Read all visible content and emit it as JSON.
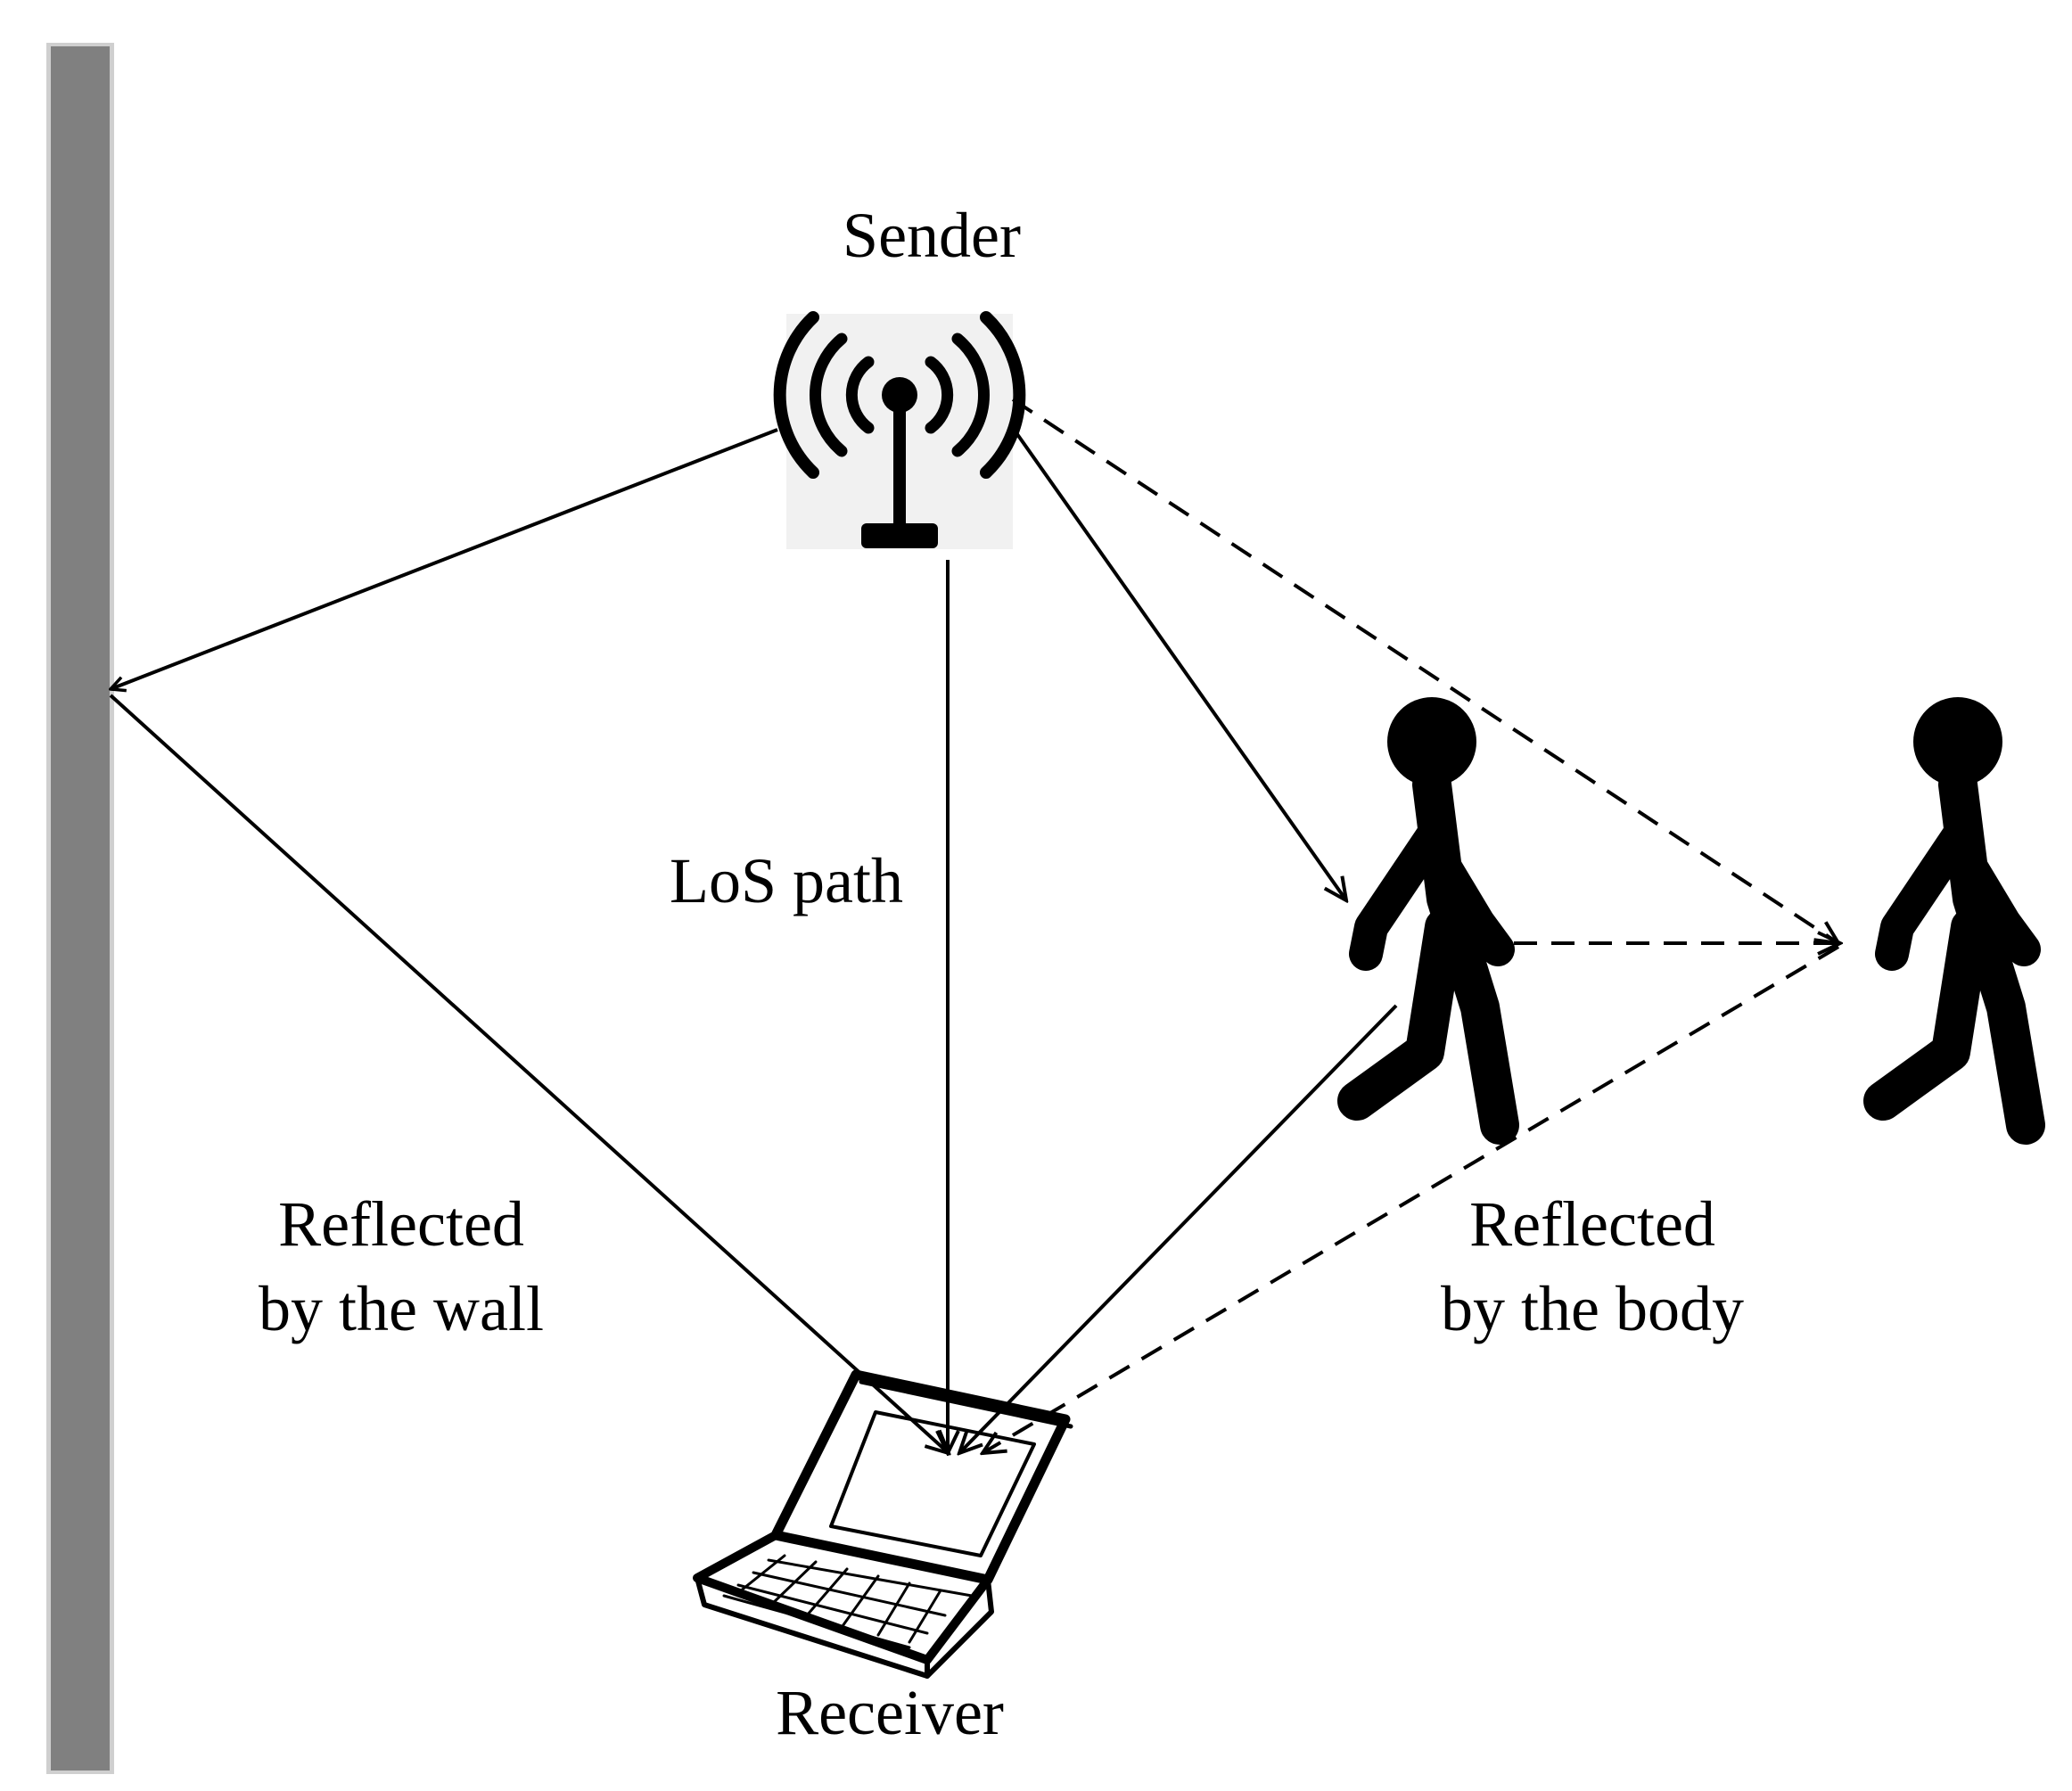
{
  "labels": {
    "sender": "Sender",
    "los_path": "LoS path",
    "reflected_wall_line1": "Reflected",
    "reflected_wall_line2": "by the wall",
    "reflected_body_line1": "Reflected",
    "reflected_body_line2": "by the body",
    "receiver": "Receiver"
  },
  "colors": {
    "wall": "#808080",
    "wall_edge": "#cfcfcf",
    "lines": "#000000",
    "antenna_bg": "#f1f1f1",
    "figure": "#000000"
  }
}
